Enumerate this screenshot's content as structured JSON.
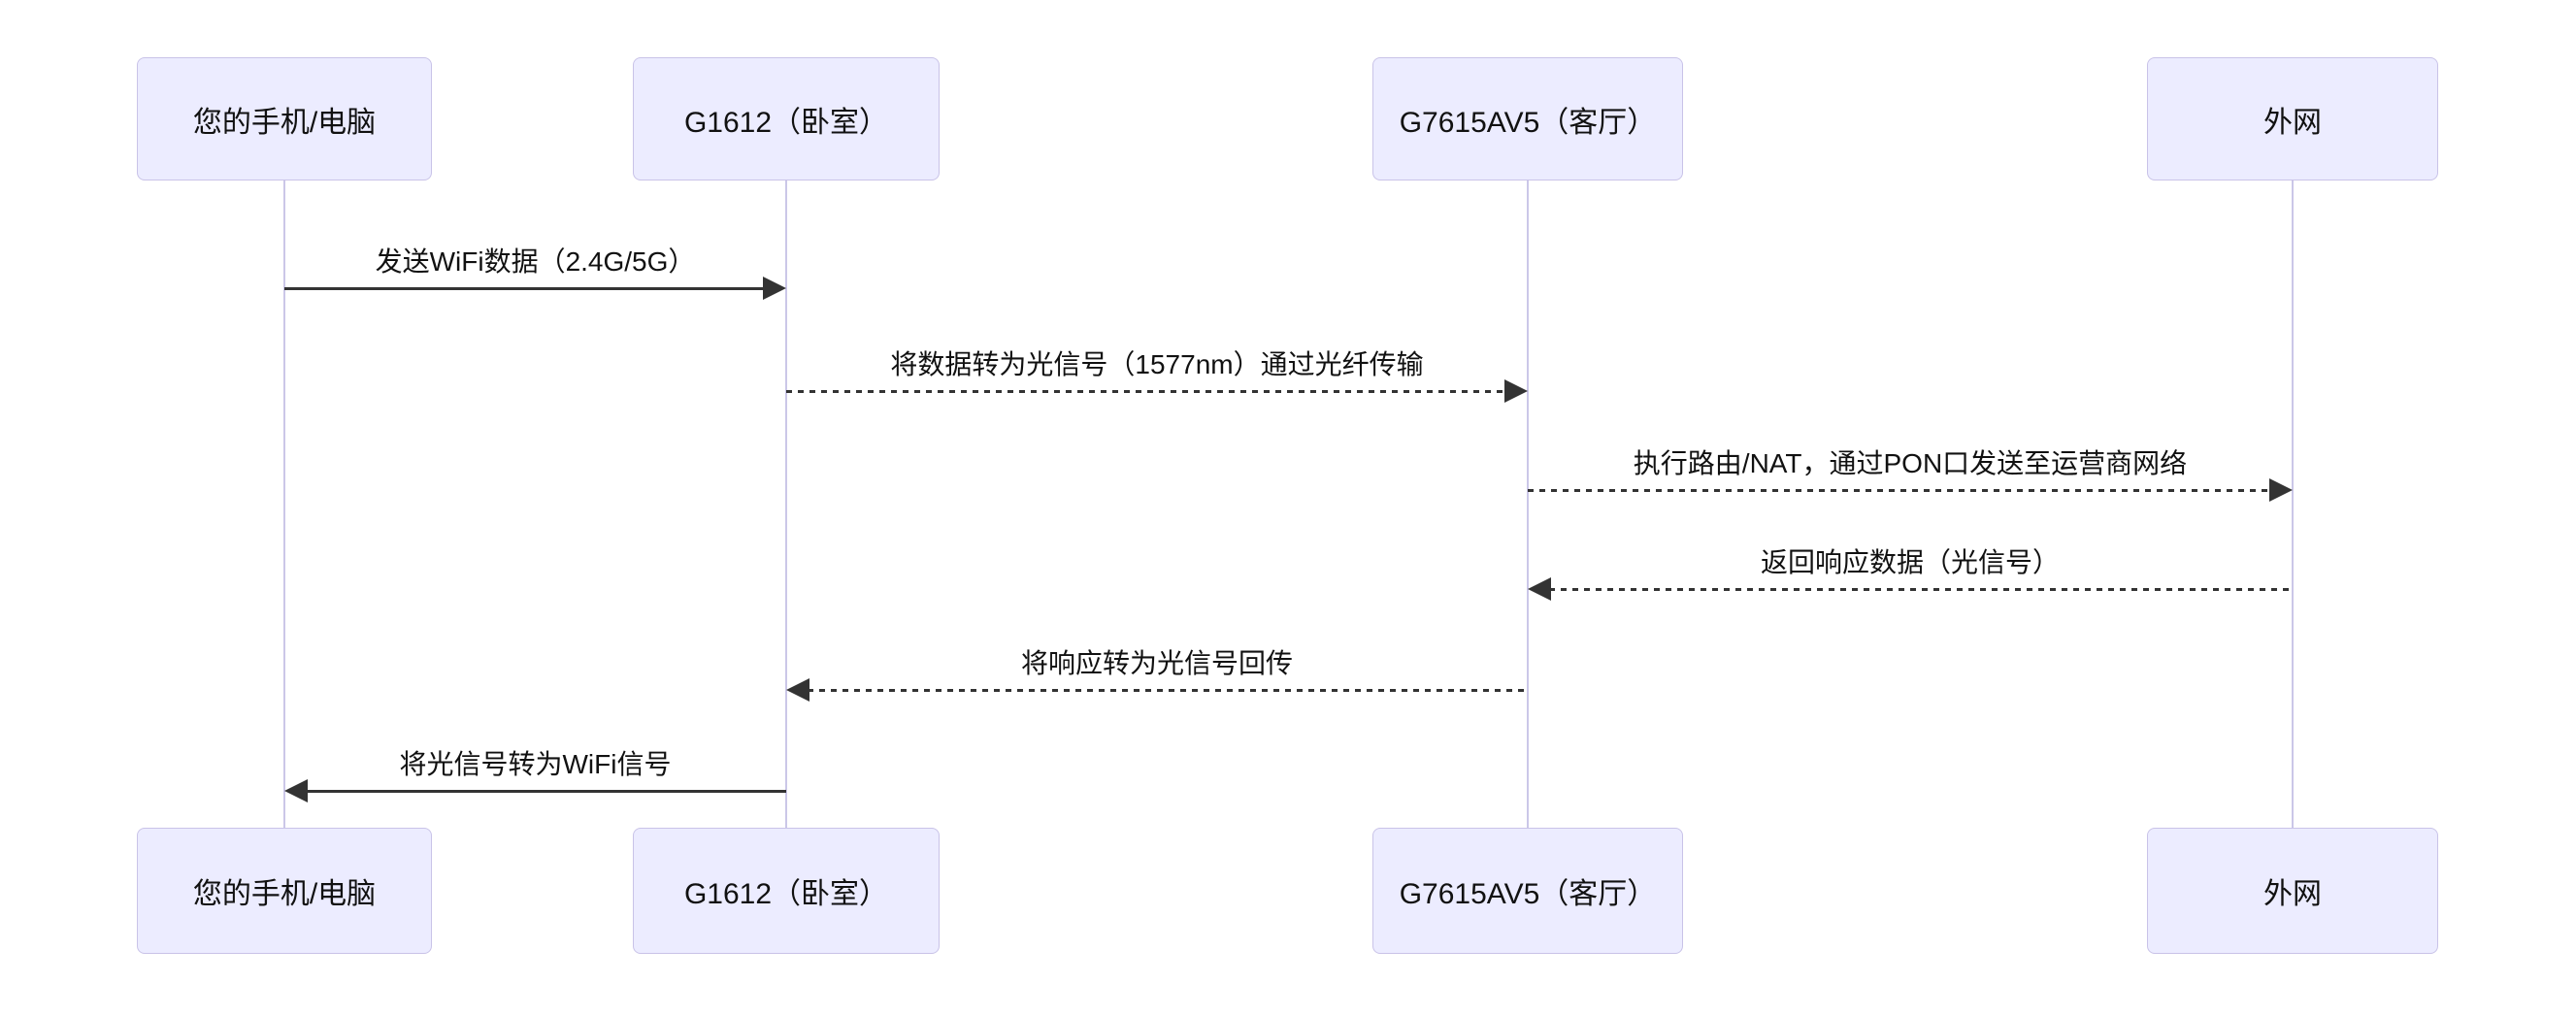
{
  "diagram": {
    "type": "sequence-diagram",
    "background": "#FFFFFF",
    "colors": {
      "actor_fill": "#ECECFF",
      "actor_border": "#C9C3E8",
      "lifeline": "#CBC7E8",
      "arrow": "#333333",
      "text": "#111111"
    },
    "actors": [
      {
        "id": "phone",
        "label": "您的手机/电脑"
      },
      {
        "id": "g1612",
        "label": "G1612（卧室）"
      },
      {
        "id": "g7615av5",
        "label": "G7615AV5（客厅）"
      },
      {
        "id": "wan",
        "label": "外网"
      }
    ],
    "messages": [
      {
        "from": "您的手机/电脑",
        "to": "G1612（卧室）",
        "label": "发送WiFi数据（2.4G/5G）",
        "style": "solid",
        "direction": "right"
      },
      {
        "from": "G1612（卧室）",
        "to": "G7615AV5（客厅）",
        "label": "将数据转为光信号（1577nm）通过光纤传输",
        "style": "dashed",
        "direction": "right"
      },
      {
        "from": "G7615AV5（客厅）",
        "to": "外网",
        "label": "执行路由/NAT，通过PON口发送至运营商网络",
        "style": "dashed",
        "direction": "right"
      },
      {
        "from": "外网",
        "to": "G7615AV5（客厅）",
        "label": "返回响应数据（光信号）",
        "style": "dashed",
        "direction": "left"
      },
      {
        "from": "G7615AV5（客厅）",
        "to": "G1612（卧室）",
        "label": "将响应转为光信号回传",
        "style": "dashed",
        "direction": "left"
      },
      {
        "from": "G1612（卧室）",
        "to": "您的手机/电脑",
        "label": "将光信号转为WiFi信号",
        "style": "solid",
        "direction": "left"
      }
    ]
  }
}
